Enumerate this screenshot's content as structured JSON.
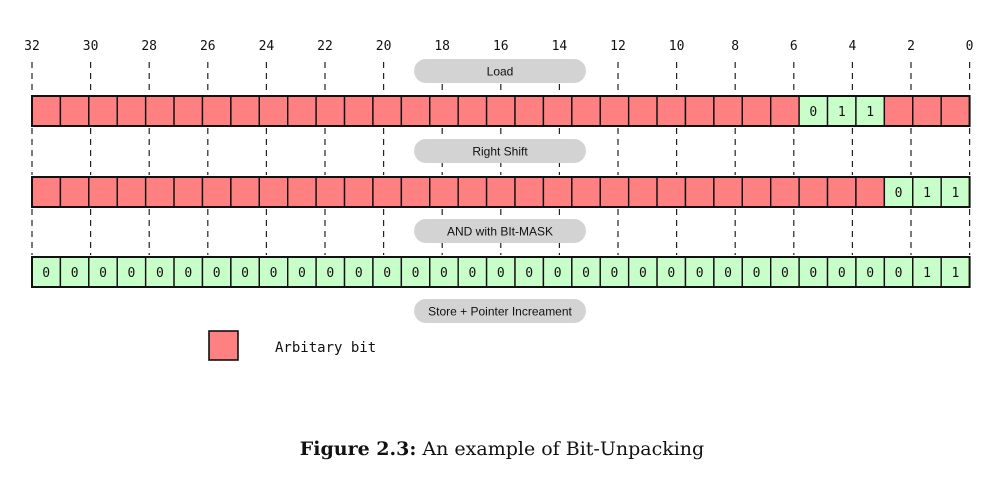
{
  "axis_ticks": [
    "32",
    "30",
    "28",
    "26",
    "24",
    "22",
    "20",
    "18",
    "16",
    "14",
    "12",
    "10",
    "8",
    "6",
    "4",
    "2",
    "0"
  ],
  "steps": [
    "Load",
    "Right Shift",
    "AND with BIt-MASK",
    "Store + Pointer Increament"
  ],
  "rows": [
    {
      "labels": [
        "",
        "",
        "",
        "",
        "",
        "",
        "",
        "",
        "",
        "",
        "",
        "",
        "",
        "",
        "",
        "",
        "",
        "",
        "",
        "",
        "",
        "",
        "",
        "",
        "",
        "",
        "",
        "0",
        "1",
        "1",
        "",
        "",
        ""
      ],
      "colors": [
        "r",
        "r",
        "r",
        "r",
        "r",
        "r",
        "r",
        "r",
        "r",
        "r",
        "r",
        "r",
        "r",
        "r",
        "r",
        "r",
        "r",
        "r",
        "r",
        "r",
        "r",
        "r",
        "r",
        "r",
        "r",
        "r",
        "r",
        "g",
        "g",
        "g",
        "r",
        "r",
        "r"
      ]
    },
    {
      "labels": [
        "",
        "",
        "",
        "",
        "",
        "",
        "",
        "",
        "",
        "",
        "",
        "",
        "",
        "",
        "",
        "",
        "",
        "",
        "",
        "",
        "",
        "",
        "",
        "",
        "",
        "",
        "",
        "",
        "",
        "",
        "0",
        "1",
        "1"
      ],
      "colors": [
        "r",
        "r",
        "r",
        "r",
        "r",
        "r",
        "r",
        "r",
        "r",
        "r",
        "r",
        "r",
        "r",
        "r",
        "r",
        "r",
        "r",
        "r",
        "r",
        "r",
        "r",
        "r",
        "r",
        "r",
        "r",
        "r",
        "r",
        "r",
        "r",
        "r",
        "g",
        "g",
        "g"
      ]
    },
    {
      "labels": [
        "0",
        "0",
        "0",
        "0",
        "0",
        "0",
        "0",
        "0",
        "0",
        "0",
        "0",
        "0",
        "0",
        "0",
        "0",
        "0",
        "0",
        "0",
        "0",
        "0",
        "0",
        "0",
        "0",
        "0",
        "0",
        "0",
        "0",
        "0",
        "0",
        "0",
        "0",
        "1",
        "1"
      ],
      "colors": [
        "g",
        "g",
        "g",
        "g",
        "g",
        "g",
        "g",
        "g",
        "g",
        "g",
        "g",
        "g",
        "g",
        "g",
        "g",
        "g",
        "g",
        "g",
        "g",
        "g",
        "g",
        "g",
        "g",
        "g",
        "g",
        "g",
        "g",
        "g",
        "g",
        "g",
        "g",
        "g",
        "g"
      ]
    }
  ],
  "legend": {
    "label": "Arbitary bit",
    "color": "#ff8080"
  },
  "colors": {
    "arbitrary": "#ff8080",
    "known": "#c8ffc8",
    "pill": "#d3d3d3"
  },
  "caption": {
    "prefix": "Figure 2.3:",
    "text": "An example of Bit-Unpacking"
  }
}
